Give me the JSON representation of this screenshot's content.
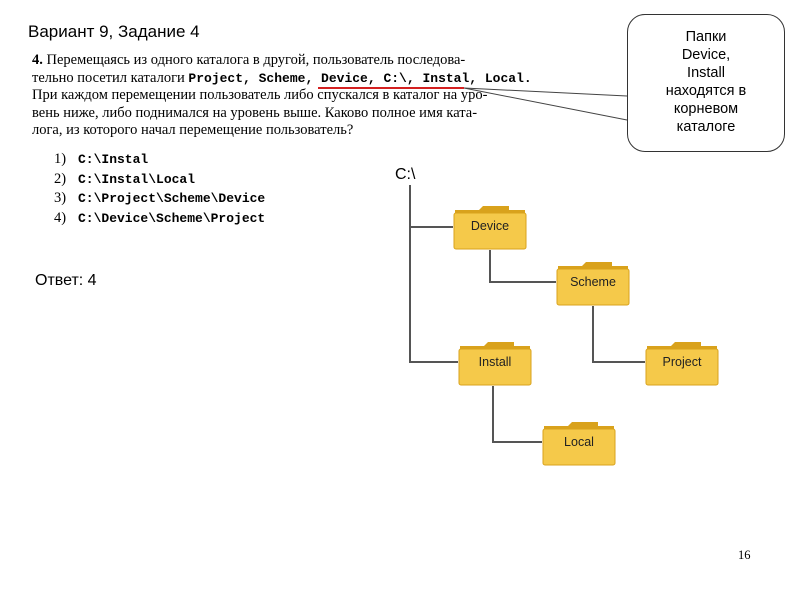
{
  "title": "Вариант 9, Задание 4",
  "task": {
    "number": "4.",
    "lines": [
      "Перемещаясь из одного каталога в другой, пользователь последова-",
      "тельно посетил каталоги ",
      "При каждом перемещении пользователь либо спускался в каталог на уро-",
      "вень ниже, либо поднимался на уровень выше. Каково полное имя ката-",
      "лога, из которого начал перемещение пользователь?"
    ],
    "visited": "Project, Scheme, Device, C:\\, Instal, Local.",
    "options": [
      {
        "n": "1)",
        "text": "C:\\Instal"
      },
      {
        "n": "2)",
        "text": "C:\\Instal\\Local"
      },
      {
        "n": "3)",
        "text": "C:\\Project\\Scheme\\Device"
      },
      {
        "n": "4)",
        "text": "C:\\Device\\Scheme\\Project"
      }
    ]
  },
  "answer": "Ответ: 4",
  "callout": {
    "lines": [
      "Папки",
      "Device,",
      "Install",
      "находятся в",
      "корневом",
      "каталоге"
    ]
  },
  "tree": {
    "root": "C:\\",
    "folders": {
      "device": "Device",
      "scheme": "Scheme",
      "project": "Project",
      "install": "Install",
      "local": "Local"
    }
  },
  "page_number": "16",
  "colors": {
    "folder": "#f5c94a",
    "folder_dark": "#d9a21c",
    "underline": "#d42020",
    "line": "#555555"
  }
}
